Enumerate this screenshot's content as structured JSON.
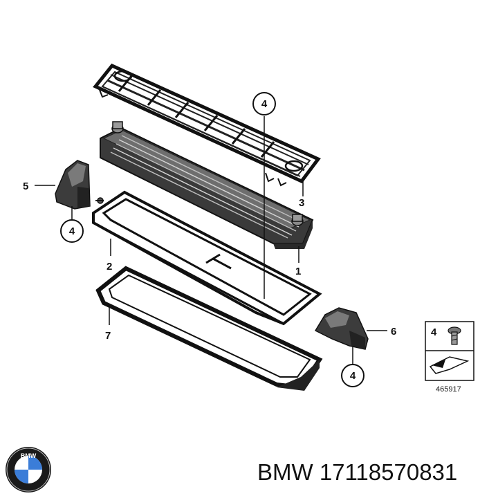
{
  "callouts": {
    "c1": "1",
    "c2": "2",
    "c3": "3",
    "c4_top": "4",
    "c4_left": "4",
    "c4_right": "4",
    "c5": "5",
    "c6": "6",
    "c7": "7"
  },
  "legend": {
    "item_number": "4",
    "ref_number": "465917"
  },
  "footer": {
    "part_label": "BMW 17118570831",
    "logo_text": "BMW"
  }
}
